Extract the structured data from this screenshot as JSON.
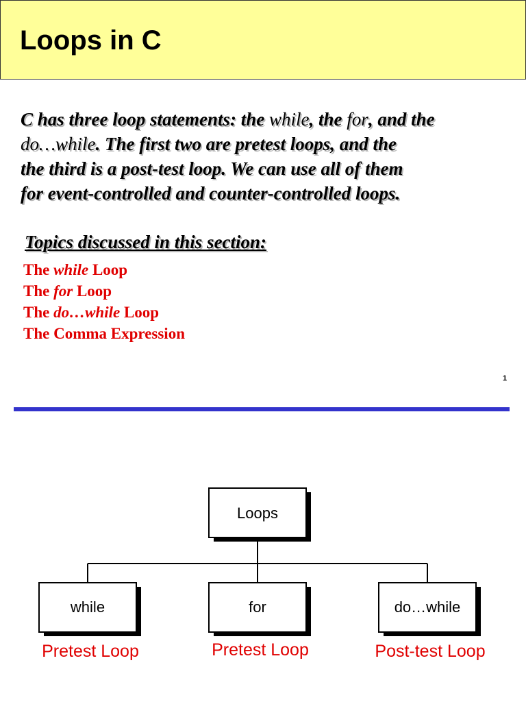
{
  "slide": {
    "title": "Loops in C",
    "intro": {
      "line1_a": "C has three loop statements: the ",
      "line1_kw1": "while",
      "line1_b": ", the ",
      "line1_kw2": "for",
      "line1_c": ", and the",
      "line2_kw": "do…while",
      "line2_a": ". The first two are pretest loops, and the",
      "line3": "the third is a post-test loop. We can use all of them",
      "line4": "for event-controlled and counter-controlled loops."
    },
    "topics_heading": "Topics discussed in this section:",
    "topics": [
      {
        "prefix": "The ",
        "kw": "while",
        "suffix": " Loop"
      },
      {
        "prefix": "The ",
        "kw": "for",
        "suffix": " Loop"
      },
      {
        "prefix": "The ",
        "kw": "do…while",
        "suffix": " Loop"
      },
      {
        "prefix": "The Comma Expression",
        "kw": "",
        "suffix": ""
      }
    ],
    "page_number": "1"
  },
  "diagram": {
    "root": "Loops",
    "children": [
      {
        "label": "while",
        "caption": "Pretest Loop"
      },
      {
        "label": "for",
        "caption": "Pretest Loop"
      },
      {
        "label": "do…while",
        "caption": "Post-test Loop"
      }
    ]
  },
  "colors": {
    "title_background": "#ffff99",
    "topic_text": "#e00000",
    "divider": "#3333cc"
  }
}
